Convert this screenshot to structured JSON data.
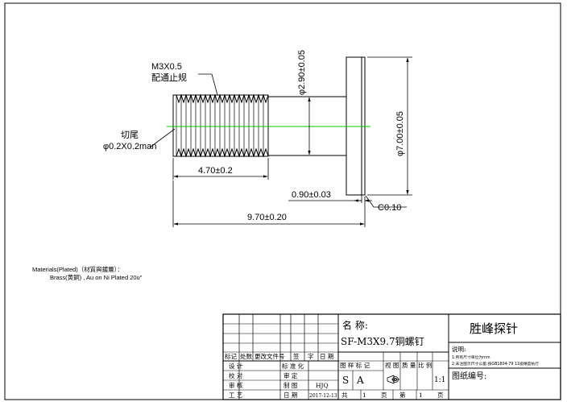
{
  "drawing": {
    "thread_spec": "M3X0.5",
    "thread_gauge": "配通止规",
    "undercut_label": "切尾",
    "undercut_size": "φ0.2X0.2man",
    "dim_thread_length": "4.70±0.2",
    "dim_total_length": "9.70±0.20",
    "dim_head_thickness": "0.90±0.03",
    "dim_chamfer": "C0.10",
    "dim_shank_dia": "φ2.90±0.05",
    "dim_head_dia": "φ7.00±0.05"
  },
  "materials": {
    "title": "Materials(Plated)（材質與鍍層）：",
    "line": "Brass(黄銅)       , Au on Ni Plated 20u\""
  },
  "title_block": {
    "name_label": "名 称:",
    "part_name": "SF-M3X9.7铜螺钉",
    "company": "胜峰探针",
    "rev_headers": [
      "标记",
      "处数",
      "更改文件号",
      "签",
      "字",
      "日 期"
    ],
    "roles": [
      "设 计",
      "校 对",
      "审 核",
      "工 艺"
    ],
    "std_label": "标 准 化",
    "approve_label": "审 定",
    "draw_label": "制 图",
    "date_label": "日 期",
    "drafter": "HJQ",
    "date": "2017-12-13",
    "col_headers": [
      "图 样 标 记",
      "视 图",
      "质 量",
      "比 例"
    ],
    "mark_s": "S",
    "mark_a": "A",
    "scale": "1:1",
    "total_label": "共",
    "total_pages": "1",
    "page_label": "页",
    "current_label": "第",
    "current_page": "1",
    "notes_title": "说明:",
    "note1": "1.所有尺寸单位为mm",
    "note2": "2.未注图示尺寸公差:按GB1804-79 11级精度执行",
    "drawing_no_label": "图纸编号:"
  }
}
